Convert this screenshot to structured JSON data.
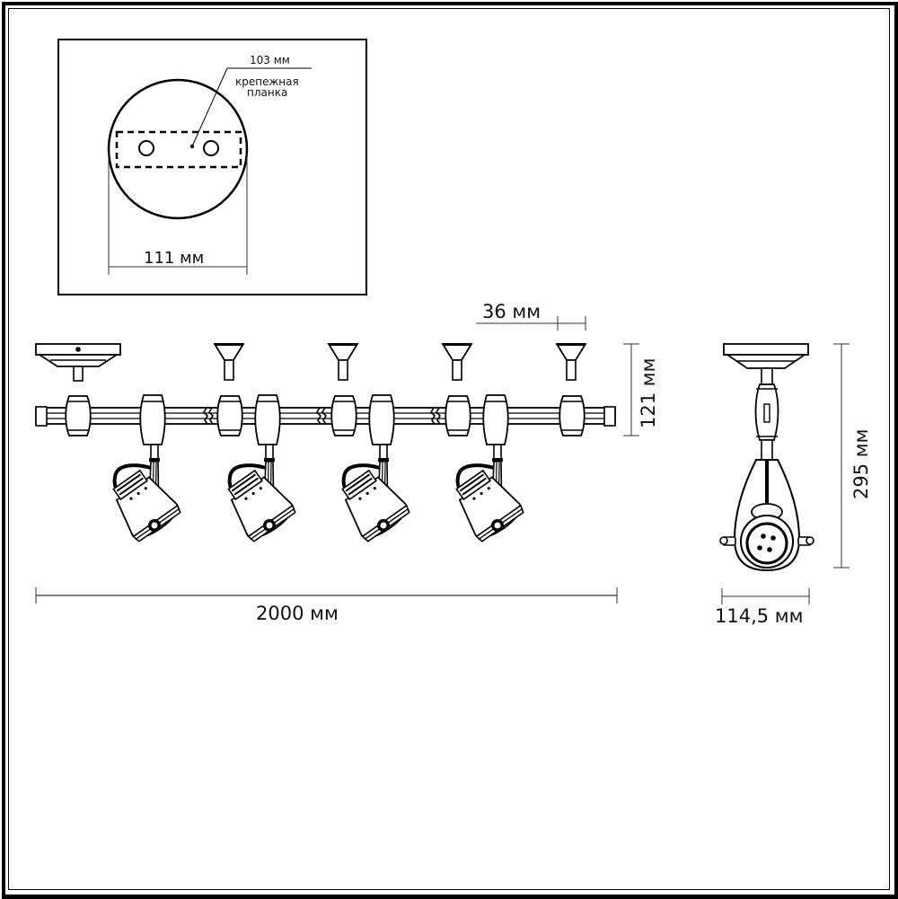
{
  "inset": {
    "label_plate_width": "103 мм",
    "label_plate_name_line1": "крепежная",
    "label_plate_name_line2": "планка",
    "label_base_diameter": "111 мм"
  },
  "front_view": {
    "label_spacing": "36 мм",
    "label_height": "121 мм",
    "label_total_length": "2000 мм",
    "spotlight_count": 4,
    "holder_count": 4
  },
  "side_view": {
    "label_height": "295 мм",
    "label_width": "114,5 мм"
  },
  "colors": {
    "line": "#000000",
    "dimension_line": "#333333",
    "background": "#ffffff"
  }
}
